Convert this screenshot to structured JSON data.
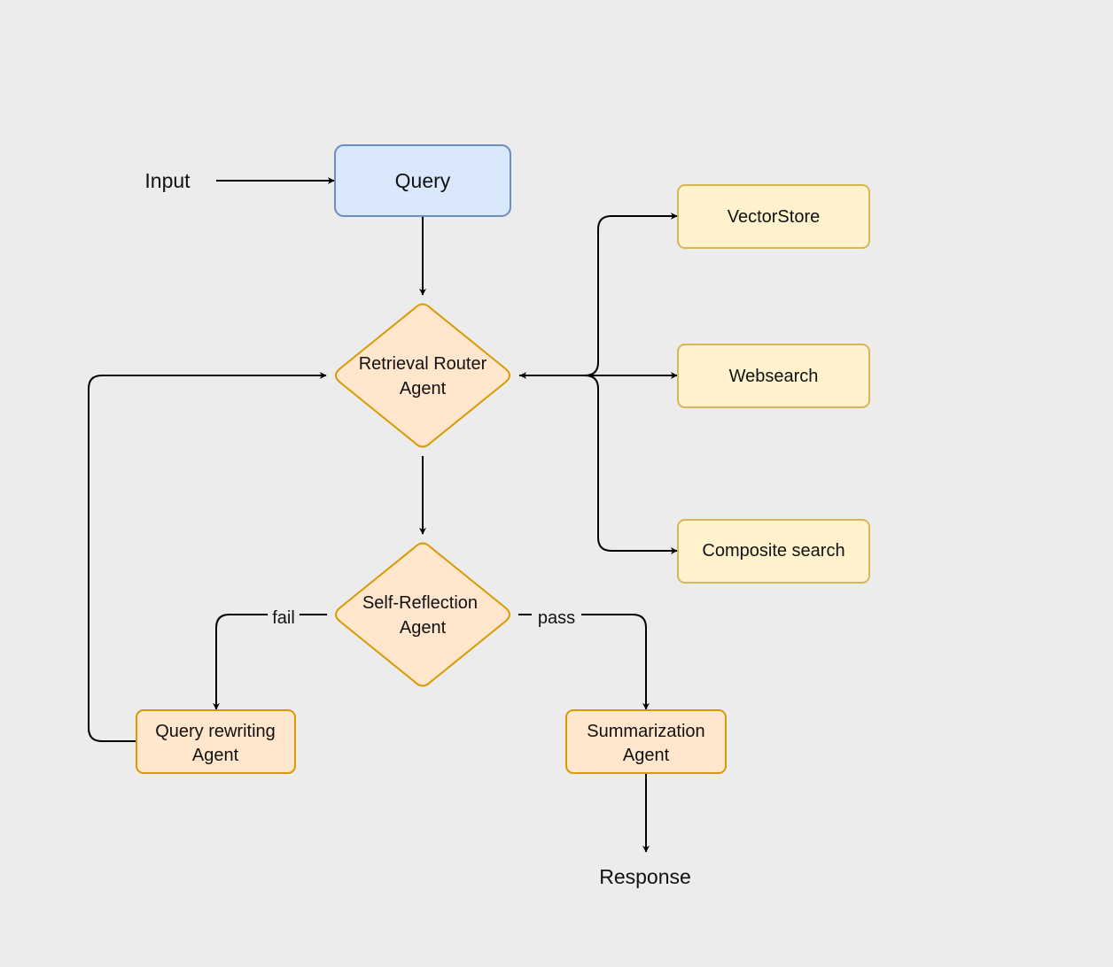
{
  "diagram": {
    "nodes": {
      "input": {
        "text": "Input"
      },
      "query": {
        "text": "Query"
      },
      "retrieval_router": {
        "lines": [
          "Retrieval Router",
          "Agent"
        ]
      },
      "vectorstore": {
        "text": "VectorStore"
      },
      "websearch": {
        "text": "Websearch"
      },
      "composite_search": {
        "text": "Composite search"
      },
      "self_reflection": {
        "lines": [
          "Self-Reflection",
          "Agent"
        ]
      },
      "query_rewriting": {
        "lines": [
          "Query rewriting",
          "Agent"
        ]
      },
      "summarization": {
        "lines": [
          "Summarization",
          "Agent"
        ]
      },
      "response": {
        "text": "Response"
      }
    },
    "edges": {
      "fail": "fail",
      "pass": "pass"
    }
  },
  "colors": {
    "background": "#ececec",
    "query_fill": "#dae8fc",
    "query_stroke": "#6c8ebf",
    "search_fill": "#fff2cc",
    "search_stroke": "#d6b656",
    "agent_fill": "#ffe6cc",
    "agent_stroke": "#d79b00",
    "edge": "#000000"
  }
}
